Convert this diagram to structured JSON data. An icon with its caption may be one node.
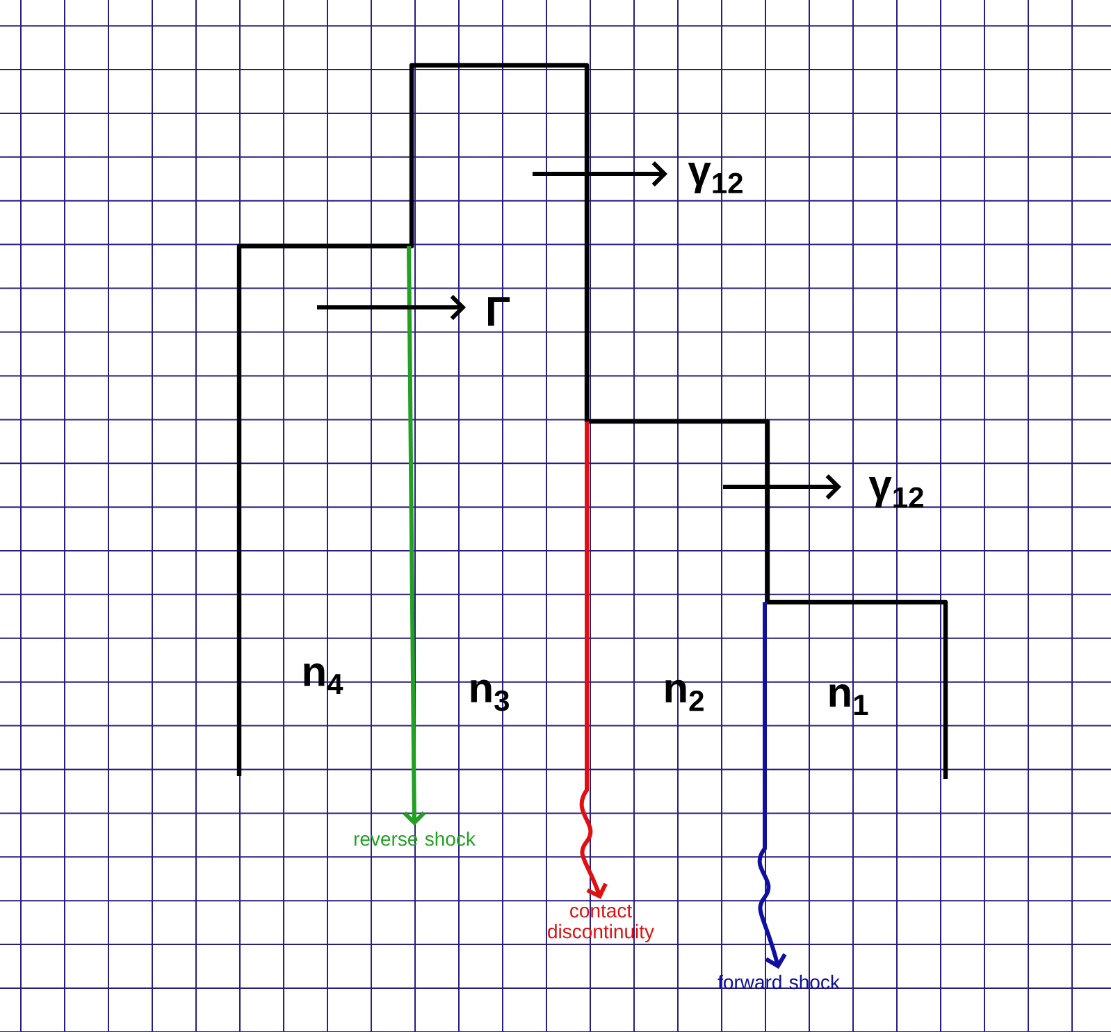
{
  "diagram": {
    "nodes": [
      {
        "text": [
          "reverse shock"
        ]
      },
      {
        "text": [
          "contact discontinuity"
        ]
      },
      {
        "text": [
          "forward shock"
        ]
      }
    ],
    "edges": [
      {
        "from": null,
        "to": 0,
        "arrow": "to",
        "color": "#22a022"
      },
      {
        "from": null,
        "to": 1,
        "arrow": "to",
        "color": "#e01010"
      },
      {
        "from": null,
        "to": 2,
        "arrow": "to",
        "color": "#1010a0"
      }
    ],
    "labels": [
      "γ$_{12}$",
      "Γ",
      "γ$_{12}$",
      "n$_{4}$",
      "n$_{3}$",
      "n$_{2}$",
      "n$_{1}$"
    ]
  }
}
